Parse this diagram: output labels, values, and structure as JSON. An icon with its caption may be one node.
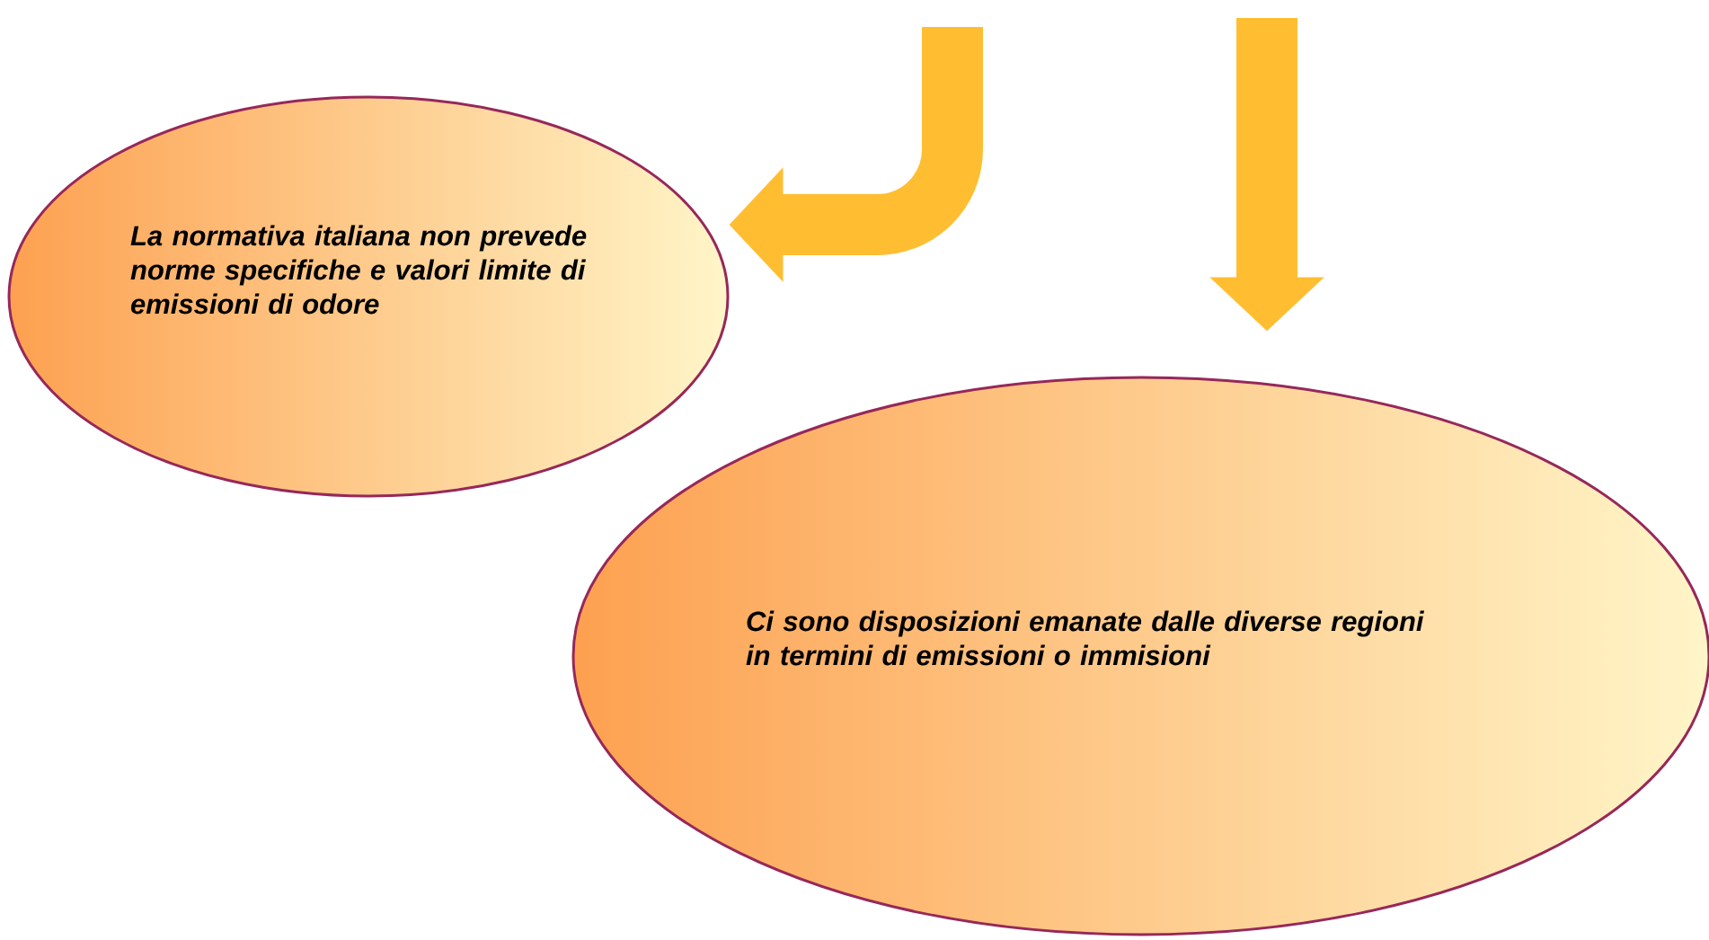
{
  "diagram": {
    "nodes": [
      {
        "text": [
          "La normativa italiana non prevede norme specifiche e valori limite di emissioni di odore"
        ]
      },
      {
        "text": [
          "Ci sono disposizioni emanate dalle diverse regioni in termini di emissioni o immisioni"
        ]
      }
    ],
    "edges": [
      {
        "from": null,
        "to": 0,
        "arrow": "to"
      },
      {
        "from": null,
        "to": 1,
        "arrow": "to"
      }
    ]
  }
}
